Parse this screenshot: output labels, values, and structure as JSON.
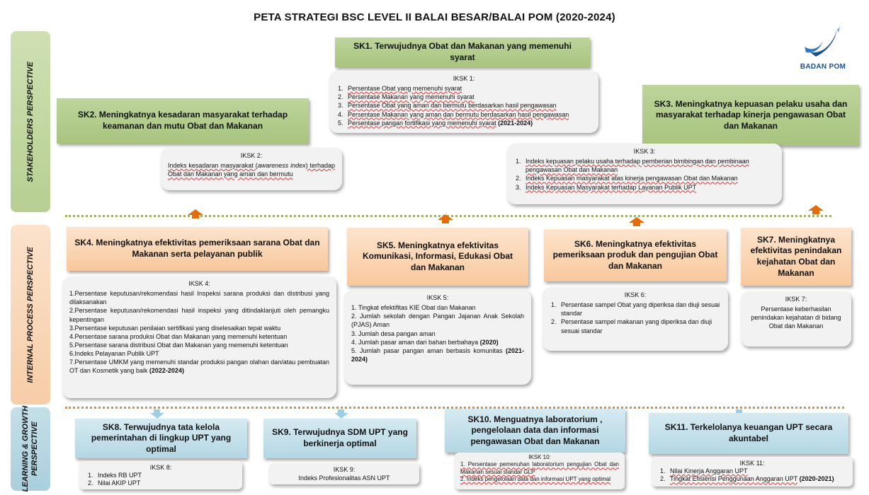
{
  "title": "PETA STRATEGI BSC LEVEL II BALAI BESAR/BALAI POM (2020-2024)",
  "logo": {
    "text": "BADAN POM",
    "icon": "badan-pom-swoosh-logo"
  },
  "perspectives": {
    "stakeholders": "STAKEHOLDERS PERSPECTIVE",
    "internal": "INTERNAL PROCESS PERSPECTIVE",
    "learning_line1": "LEARNING & GROWTH",
    "learning_line2": "PERSPECTIVE"
  },
  "sk1": {
    "title": "SK1. Terwujudnya Obat dan Makanan yang memenuhi syarat",
    "iksk_title": "IKSK 1:",
    "items": [
      "Persentase Obat yang memenuhi syarat",
      "Persentase Makanan yang memenuhi syarat",
      "Persentase Obat yang aman dan bermutu berdasarkan hasil pengawasan",
      "Persentase Makanan yang aman dan bermutu berdasarkan hasil pengawasan",
      "Persentase pangan fortifikasi yang memenuhi syarat"
    ],
    "item5_bold": "(2021-2024)"
  },
  "sk2": {
    "title": "SK2. Meningkatnya kesadaran masyarakat terhadap keamanan dan mutu Obat dan Makanan",
    "iksk_title": "IKSK 2:",
    "text_a": "Indeks kesadaran masyarakat (",
    "text_italic": "awareness index",
    "text_b": ") terhadap Obat dan Makanan yang aman dan bermutu"
  },
  "sk3": {
    "title": "SK3. Meningkatnya kepuasan pelaku usaha dan masyarakat terhadap kinerja pengawasan Obat dan Makanan",
    "iksk_title": "IKSK 3:",
    "items": [
      "Indeks kepuasan pelaku usaha terhadap pemberian  bimbingan dan pembinaan pengawasan Obat dan Makanan",
      "Indeks Kepuasan masyarakat atas kinerja pengawasan Obat dan Makanan",
      "Indeks Kepuasan Masyarakat terhadap Layanan Publik UPT"
    ]
  },
  "sk4": {
    "title": "SK4. Meningkatnya efektivitas pemeriksaan sarana Obat dan Makanan serta pelayanan publik",
    "iksk_title": "IKSK 4:",
    "items": [
      "1.Persentase keputusan/rekomendasi hasil Inspeksi sarana produksi dan distribusi yang dilaksanakan",
      "2.Persentase keputusan/rekomendasi hasil inspeksi yang ditindaklanjuti oleh pemangku kepentingan",
      "3.Persentase keputusan penilaian sertifikasi yang diselesaikan tepat waktu",
      "4.Persentase sarana produksi Obat dan Makanan yang memenuhi ketentuan",
      "5.Persentase sarana distribusi Obat  dan Makanan yang memenuhi ketentuan",
      "6.Indeks Pelayanan Publik UPT",
      "7.Persentase UMKM yang memenuhi standar produksi pangan olahan dan/atau pembuatan OT dan Kosmetik yang baik"
    ],
    "item7_bold": "(2022-2024)"
  },
  "sk5": {
    "title": "SK5. Meningkatnya efektivitas Komunikasi, Informasi, Edukasi Obat dan Makanan",
    "iksk_title": "IKSK 5:",
    "items": [
      "1. Tingkat efektifitas KIE Obat dan Makanan",
      "2. Jumlah sekolah dengan Pangan Jajanan Anak Sekolah (PJAS) Aman",
      "3. Jumlah desa pangan aman",
      "4. Jumlah pasar aman dari bahan berbahaya",
      "5. Jumlah pasar pangan aman berbasis komunitas"
    ],
    "item4_bold": "(2020)",
    "item5_bold": "(2021-2024)"
  },
  "sk6": {
    "title": "SK6. Meningkatnya efektivitas pemeriksaan produk dan pengujian Obat dan Makanan",
    "iksk_title": "IKSK 6:",
    "items": [
      "Persentase sampel Obat yang diperiksa dan diuji sesuai standar",
      "Persentase sampel makanan yang diperiksa dan diuji sesuai standar"
    ]
  },
  "sk7": {
    "title": "SK7. Meningkatnya efektivitas penindakan kejahatan Obat dan Makanan",
    "iksk_title": "IKSK 7:",
    "text": "Persentase keberhasilan penindakan kejahatan di bidang Obat dan Makanan"
  },
  "sk8": {
    "title": "SK8. Terwujudnya tata kelola pemerintahan di lingkup UPT yang optimal",
    "iksk_title": "IKSK 8:",
    "items": [
      "Indeks RB UPT",
      "Nilai AKIP UPT"
    ]
  },
  "sk9": {
    "title": "SK9. Terwujudnya SDM UPT yang berkinerja optimal",
    "iksk_title": "IKSK 9:",
    "text": "Indeks Profesionalitas ASN UPT"
  },
  "sk10": {
    "title": "SK10. Menguatnya laboratorium , pengelolaan data dan informasi pengawasan Obat dan Makanan",
    "iksk_title": "IKSK 10:",
    "items": [
      "1. Persentase pemenuhan laboratorium pengujian Obat dan Makanan sesuai standar GLP",
      "2. Indeks pengelolaan data dan informasi UPT yang optimal"
    ]
  },
  "sk11": {
    "title": "SK11. Terkelolanya keuangan UPT secara akuntabel",
    "iksk_title": "IKSK 11:",
    "items": [
      "Nilai Kinerja Anggaran UPT",
      "Tingkat Efisiensi Penggunaan Anggaran UPT"
    ],
    "item2_bold": "(2020-2021)"
  },
  "colors": {
    "stakeholder_green": "#b7cf92",
    "internal_orange": "#f6cda8",
    "learning_blue": "#a9cfdc",
    "arrow_orange": "#e46c0a",
    "arrow_blue": "#9ccfe6",
    "logo_blue": "#1f4e8c"
  }
}
